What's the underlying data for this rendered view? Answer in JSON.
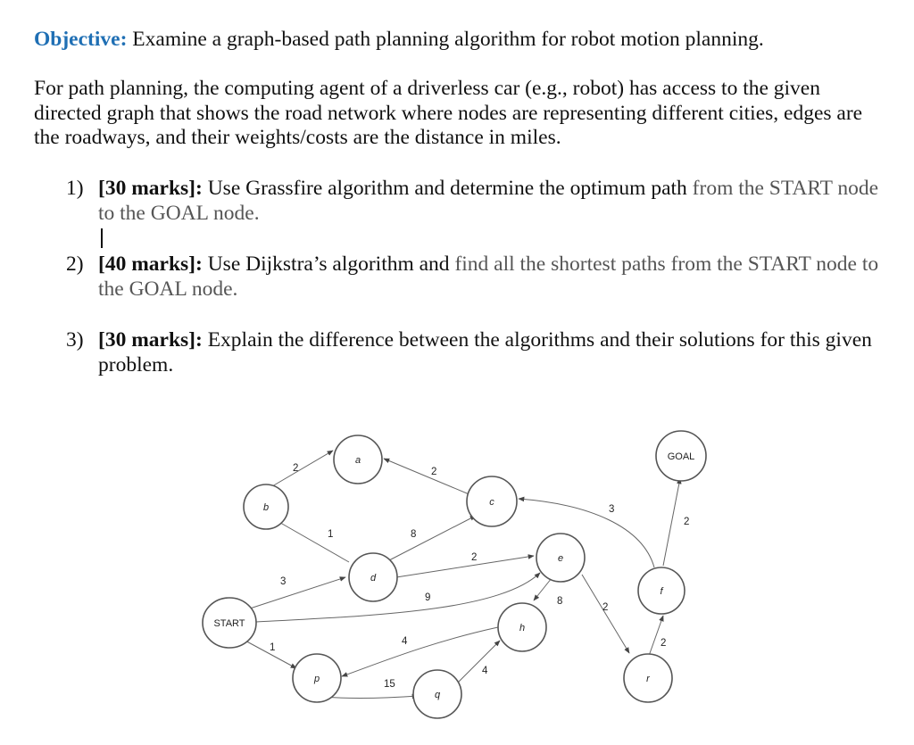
{
  "objective": {
    "label": "Objective:",
    "text": " Examine a graph-based path planning algorithm for robot motion planning."
  },
  "intro": "For path planning, the computing agent of a driverless car (e.g., robot) has access to the given directed graph that shows the road network where nodes are representing different cities, edges are the roadways, and their weights/costs are the distance in miles.",
  "questions": [
    {
      "number": "1)",
      "marks": "[30 marks]:",
      "text_a": " Use Grassfire algorithm and determine the optimum path ",
      "text_b": "from the START node to the GOAL node."
    },
    {
      "number": "2)",
      "marks": "[40 marks]:",
      "text_a": " Use Dijkstra’s algorithm and ",
      "text_b": "find all the shortest paths from the START node to the GOAL node."
    },
    {
      "number": "3)",
      "marks": "[30 marks]:",
      "text_a": " Explain the difference between the algorithms and their solutions for this given problem.",
      "text_b": ""
    }
  ],
  "graph": {
    "nodes": {
      "start": "START",
      "goal": "GOAL",
      "a": "a",
      "b": "b",
      "c": "c",
      "d": "d",
      "e": "e",
      "f": "f",
      "h": "h",
      "p": "p",
      "q": "q",
      "r": "r"
    },
    "edges": [
      {
        "from": "b",
        "to": "a",
        "weight": "2"
      },
      {
        "from": "c",
        "to": "a",
        "weight": "2"
      },
      {
        "from": "d",
        "to": "b",
        "weight": "1"
      },
      {
        "from": "d",
        "to": "c",
        "weight": "8"
      },
      {
        "from": "start",
        "to": "d",
        "weight": "3"
      },
      {
        "from": "d",
        "to": "e",
        "weight": "2"
      },
      {
        "from": "start",
        "to": "e",
        "weight": "9"
      },
      {
        "from": "start",
        "to": "p",
        "weight": "1"
      },
      {
        "from": "h",
        "to": "p",
        "weight": "4"
      },
      {
        "from": "p",
        "to": "q",
        "weight": "15"
      },
      {
        "from": "q",
        "to": "h",
        "weight": "4"
      },
      {
        "from": "e",
        "to": "h",
        "weight": "8"
      },
      {
        "from": "e",
        "to": "r",
        "weight": "2"
      },
      {
        "from": "r",
        "to": "f",
        "weight": "2"
      },
      {
        "from": "f",
        "to": "goal",
        "weight": "2"
      },
      {
        "from": "f",
        "to": "c",
        "weight": "3"
      }
    ]
  }
}
